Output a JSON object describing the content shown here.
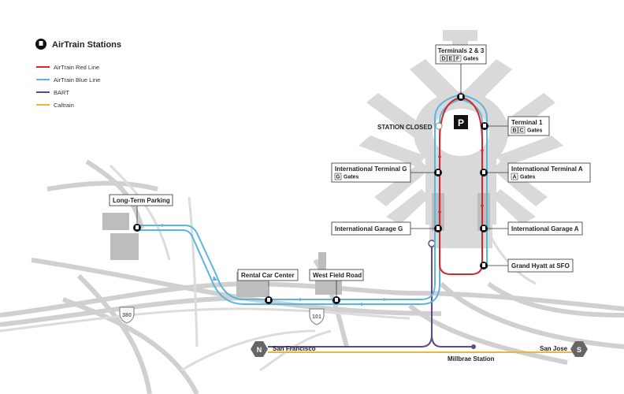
{
  "legend": {
    "title": "AirTrain Stations",
    "items": [
      {
        "label": "AirTrain Red Line",
        "color": "#d7262b"
      },
      {
        "label": "AirTrain Blue Line",
        "color": "#5bb6de"
      },
      {
        "label": "BART",
        "color": "#5c4b8c"
      },
      {
        "label": "Caltrain",
        "color": "#e8b83a"
      }
    ]
  },
  "stations": {
    "terminals23": {
      "label": "Terminals 2 & 3",
      "gates": [
        "D",
        "E",
        "F"
      ],
      "gates_word": "Gates"
    },
    "terminal1": {
      "label": "Terminal 1",
      "gates": [
        "B",
        "C"
      ],
      "gates_word": "Gates"
    },
    "intl_terminal_g": {
      "label": "International Terminal G",
      "gates": [
        "G"
      ],
      "gates_word": "Gates"
    },
    "intl_terminal_a": {
      "label": "International Terminal A",
      "gates": [
        "A"
      ],
      "gates_word": "Gates"
    },
    "intl_garage_g": {
      "label": "International Garage G"
    },
    "intl_garage_a": {
      "label": "International Garage A"
    },
    "grand_hyatt": {
      "label": "Grand Hyatt at SFO"
    },
    "long_term_parking": {
      "label": "Long-Term Parking"
    },
    "rental_car_center": {
      "label": "Rental Car Center"
    },
    "west_field_road": {
      "label": "West Field Road"
    },
    "station_closed": {
      "label": "STATION CLOSED"
    }
  },
  "parking_symbol": "P",
  "rail": {
    "north_badge": "N",
    "north_label": "San Francisco",
    "south_badge": "S",
    "south_label": "San Jose",
    "millbrae": "Millbrae Station"
  },
  "highways": {
    "i380": "380",
    "us101": "101"
  },
  "colors": {
    "red": "#d7262b",
    "blue": "#5bb6de",
    "bart": "#5c4b8c",
    "caltrain": "#e8b83a",
    "ground": "#d9d9d9",
    "road": "#cccccc"
  }
}
